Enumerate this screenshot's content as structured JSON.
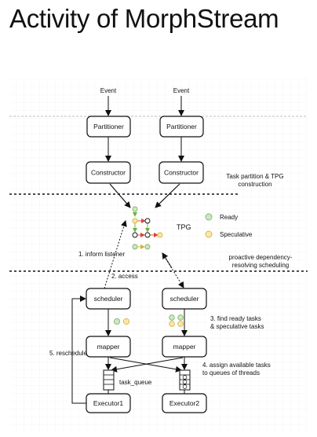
{
  "title": "Activity of MorphStream",
  "inputs": {
    "event_left": "Event",
    "event_right": "Event"
  },
  "boxes": {
    "partitioner_left": "Partitioner",
    "partitioner_right": "Partitioner",
    "constructor_left": "Constructor",
    "constructor_right": "Constructor",
    "scheduler_left": "scheduler",
    "scheduler_right": "scheduler",
    "mapper_left": "mapper",
    "mapper_right": "mapper",
    "executor_left": "Executor1",
    "executor_right": "Executor2"
  },
  "labels": {
    "tpg": "TPG",
    "task_partition_line1": "Task partition & TPG",
    "task_partition_line2": "construction",
    "proactive_line1": "proactive dependency-",
    "proactive_line2": "resolving scheduling",
    "inform_listener": "1. inform listener",
    "access": "2. access",
    "find_ready_line1": "3. find ready tasks",
    "find_ready_line2": "& speculative tasks",
    "assign_line1": "4. assign available tasks",
    "assign_line2": "to queues of threads",
    "reschedule": "5. reschedule",
    "task_queue": "task_queue"
  },
  "legend": {
    "ready": "Ready",
    "speculative": "Speculative"
  },
  "colors": {
    "ready_fill": "#cde8c4",
    "ready_stroke": "#7fb56c",
    "spec_fill": "#fbe8a6",
    "spec_stroke": "#d8b24a",
    "dep_red": "#e0413a",
    "dep_green": "#6fb04a",
    "dep_yellow": "#d6b13a"
  }
}
